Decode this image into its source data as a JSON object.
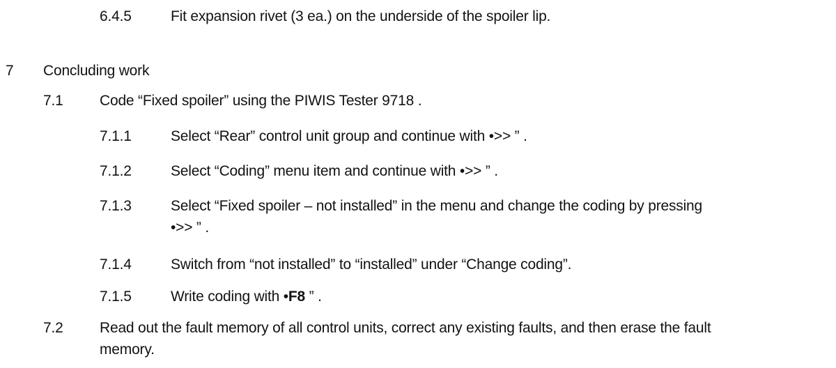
{
  "document": {
    "background": "#ffffff",
    "text_color": "#121212",
    "items": [
      {
        "number": "6.4.5",
        "text": "Fit expansion rivet (3 ea.) on the underside of the spoiler lip."
      },
      {
        "number": "7",
        "text": "Concluding work"
      },
      {
        "number": "7.1",
        "text": "Code “Fixed spoiler” using the PIWIS Tester 9718 ."
      },
      {
        "number": "7.1.1",
        "text": "Select “Rear” control unit group and continue with •>> ” ."
      },
      {
        "number": "7.1.2",
        "text": "Select “Coding” menu item and continue with •>> ” ."
      },
      {
        "number": "7.1.3",
        "text": "Select “Fixed spoiler – not installed” in the menu and change the coding by pressing\n•>> ” ."
      },
      {
        "number": "7.1.4",
        "text": "Switch from “not installed” to “installed” under “Change coding”."
      },
      {
        "number": "7.1.5",
        "pre": "Write coding with •",
        "bold": "F8",
        "post": " ” ."
      },
      {
        "number": "7.2",
        "text": "Read out the fault memory of all control units, correct any existing faults, and then erase the fault\nmemory."
      }
    ]
  }
}
